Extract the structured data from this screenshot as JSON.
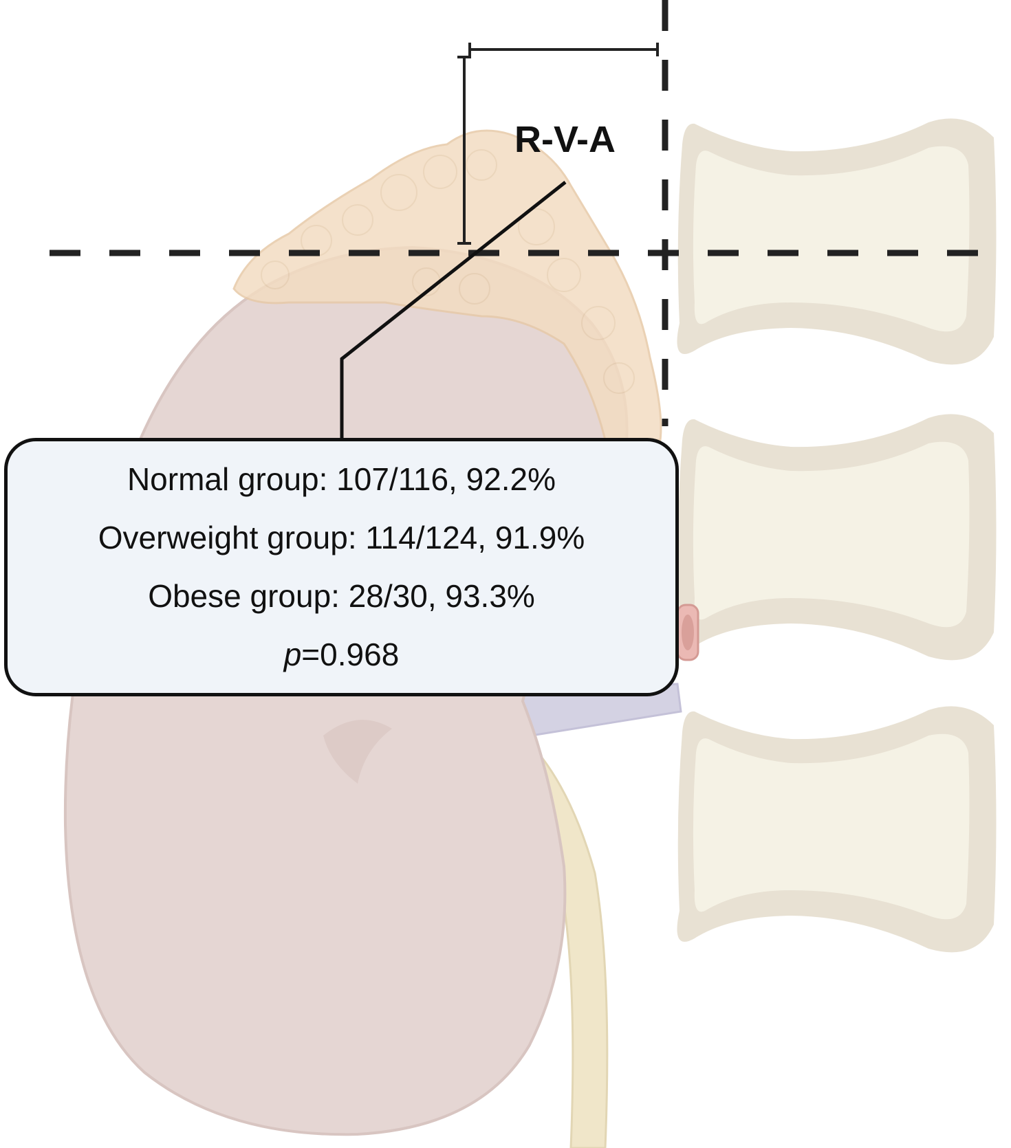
{
  "annotation": {
    "label": "R-V-A"
  },
  "stats": {
    "normal": "Normal group: 107/116, 92.2%",
    "overweight": "Overweight group: 114/124, 91.9%",
    "obese": "Obese group: 28/30, 93.3%",
    "p_symbol": "p",
    "p_value": "=0.968"
  },
  "colors": {
    "kidney": "#e5d6d3",
    "adrenal": "#f3dcc2",
    "vertebra_outer": "#e8e1d3",
    "vertebra_inner": "#f5f2e5",
    "ureter": "#f0e6c9",
    "vein": "#d4d2e3",
    "artery": "#ebb9b4",
    "box_fill": "#f0f4f9",
    "line": "#111111"
  }
}
